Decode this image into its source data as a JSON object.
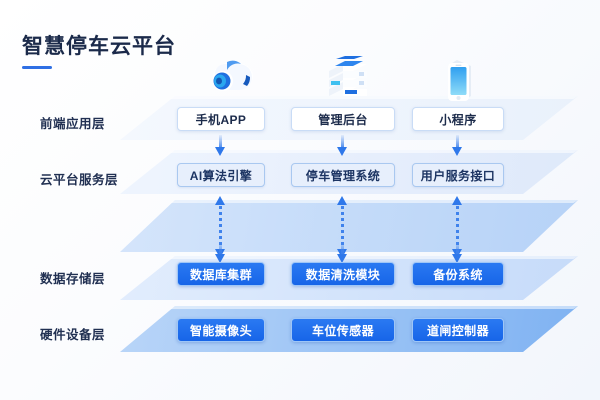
{
  "header": {
    "title": "智慧停车云平台",
    "accent_color": "#2f6fe4"
  },
  "colors": {
    "brand_blue": "#1765e8",
    "soft_blue": "#e7effc",
    "slab_light": "#eef4fd",
    "slab_deep": "#7fb2f2",
    "arrow_blue": "#2f78ea",
    "text_dark": "#1b2a4a"
  },
  "icons": [
    {
      "name": "cloud-3d-icon",
      "label": "cloud"
    },
    {
      "name": "server-stack-3d-icon",
      "label": "server-stack"
    },
    {
      "name": "smartphone-3d-icon",
      "label": "smartphone"
    }
  ],
  "layers": [
    {
      "label": "前端应用层",
      "style": "plain",
      "nodes": [
        "手机APP",
        "管理后台",
        "小程序"
      ]
    },
    {
      "label": "云平台服务层",
      "style": "soft",
      "nodes": [
        "AI算法引擎",
        "停车管理系统",
        "用户服务接口"
      ]
    },
    {
      "label": "数据存储层",
      "style": "solid",
      "nodes": [
        "数据库集群",
        "数据清洗模块",
        "备份系统"
      ]
    },
    {
      "label": "硬件设备层",
      "style": "solid",
      "nodes": [
        "智能摄像头",
        "车位传感器",
        "道闸控制器"
      ]
    }
  ],
  "connectors": {
    "row1_to_row2": {
      "type": "arrow-down",
      "count": 3
    },
    "row2_to_row3": {
      "type": "arrow-bidirectional-dashed",
      "count": 3
    },
    "above_row3": {
      "type": "arrow-down",
      "count": 3
    }
  }
}
